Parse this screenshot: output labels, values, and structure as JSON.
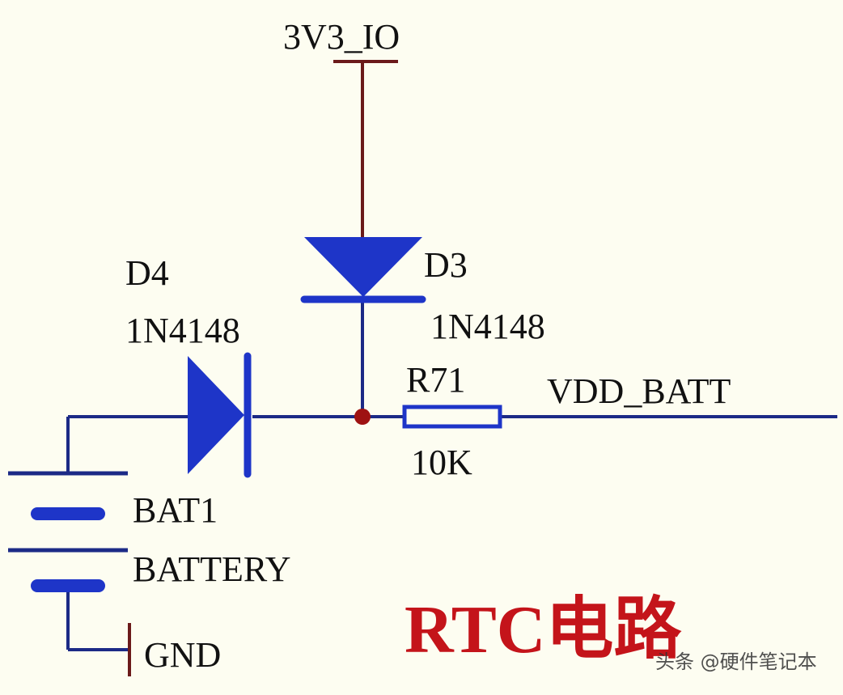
{
  "nets": {
    "supply": "3V3_IO",
    "output": "VDD_BATT",
    "ground": "GND"
  },
  "components": {
    "d4": {
      "ref": "D4",
      "value": "1N4148"
    },
    "d3": {
      "ref": "D3",
      "value": "1N4148"
    },
    "r71": {
      "ref": "R71",
      "value": "10K"
    },
    "bat1": {
      "ref": "BAT1",
      "value": "BATTERY"
    }
  },
  "title": "RTC电路",
  "watermark": "头条 @硬件笔记本",
  "colors": {
    "background": "#fdfdf1",
    "wire": "#1c2a86",
    "component": "#1e35c8",
    "power_symbol": "#6b1a1a",
    "junction": "#9e1212",
    "label": "#111111",
    "title": "#c4141a"
  }
}
